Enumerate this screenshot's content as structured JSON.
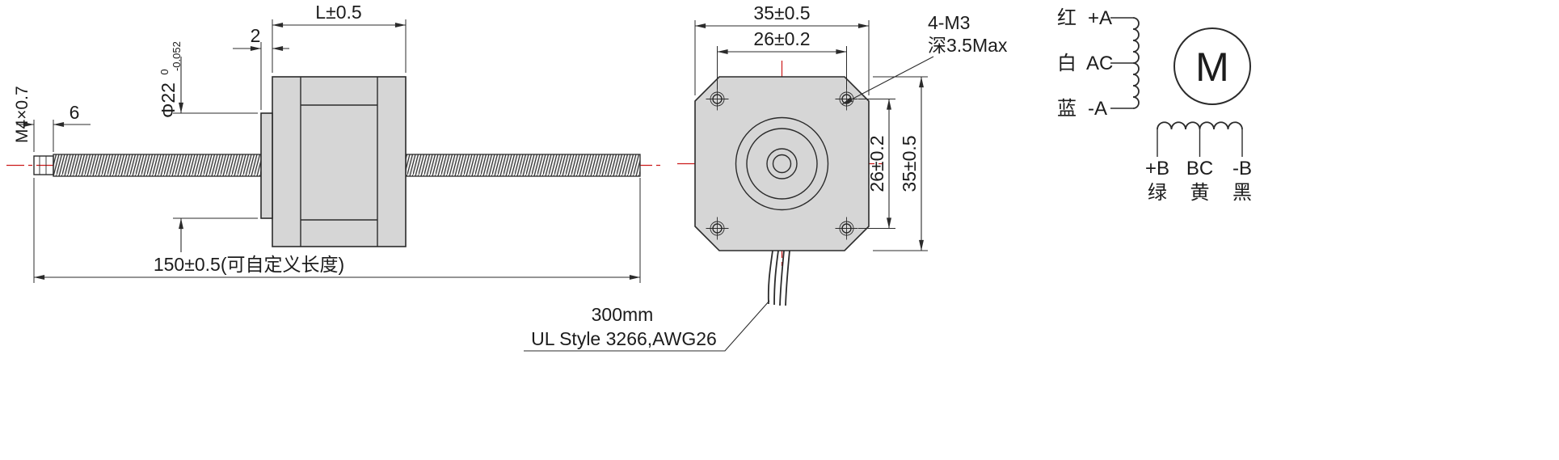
{
  "colors": {
    "line": "#2b2b2b",
    "body_fill": "#d6d6d6",
    "centerline": "#cc1a1a",
    "background": "#ffffff"
  },
  "side_view": {
    "thread_spec": "M4×0.7",
    "thread_length": "6",
    "shaft_dia_label": "Φ22",
    "shaft_dia_tol_upper": "0",
    "shaft_dia_tol_lower": "-0.052",
    "boss_depth": "2",
    "body_length": "L±0.5",
    "screw_length": "150±0.5(可自定义长度)"
  },
  "front_view": {
    "width_top": "35±0.5",
    "hole_spacing_top": "26±0.2",
    "hole_spacing_right": "26±0.2",
    "height_right": "35±0.5",
    "hole_spec": "4-M3",
    "hole_depth": "深3.5Max",
    "wire_length": "300mm",
    "wire_spec": "UL Style 3266,AWG26"
  },
  "wiring_diagram": {
    "motor_symbol": "M",
    "phase_a": [
      {
        "color": "红",
        "terminal": "+A"
      },
      {
        "color": "白",
        "terminal": "AC"
      },
      {
        "color": "蓝",
        "terminal": "-A"
      }
    ],
    "phase_b": [
      {
        "terminal": "+B",
        "color": "绿"
      },
      {
        "terminal": "BC",
        "color": "黄"
      },
      {
        "terminal": "-B",
        "color": "黑"
      }
    ]
  }
}
